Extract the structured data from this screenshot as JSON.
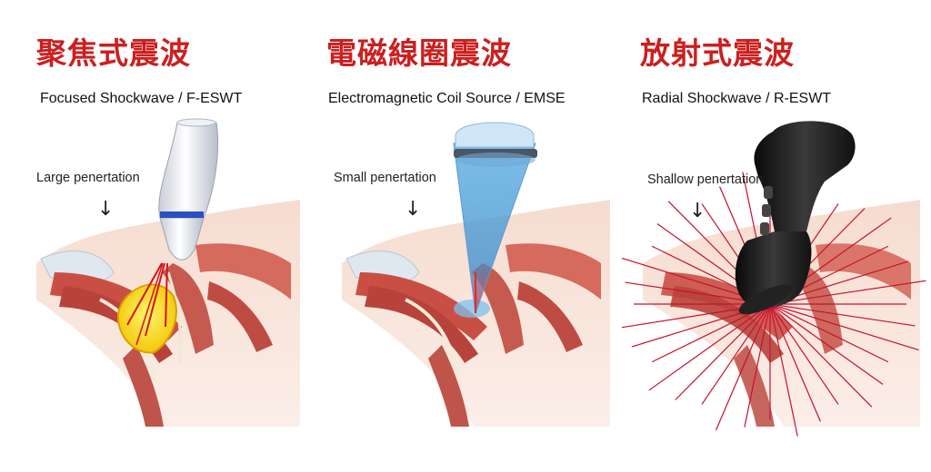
{
  "colors": {
    "title_red": "#cc1f1f",
    "muscle_red": "#c94f45",
    "focus_yellow": "#f6d21a",
    "emse_blue": "#4aa3dd",
    "radial_red": "#c8102e"
  },
  "panels": [
    {
      "title_zh": "聚焦式震波",
      "title_en": "Focused Shockwave / F-ESWT",
      "penetration_label": "Large penertation",
      "arrow_icon": "arrow-down-icon",
      "device_icon": "focused-probe-icon"
    },
    {
      "title_zh": "電磁線圈震波",
      "title_en": "Electromagnetic Coil Source / EMSE",
      "penetration_label": "Small penertation",
      "arrow_icon": "arrow-down-icon",
      "device_icon": "coil-cone-icon"
    },
    {
      "title_zh": "放射式震波",
      "title_en": "Radial Shockwave / R-ESWT",
      "penetration_label": "Shallow penertation",
      "arrow_icon": "arrow-down-icon",
      "device_icon": "radial-handpiece-icon"
    }
  ]
}
